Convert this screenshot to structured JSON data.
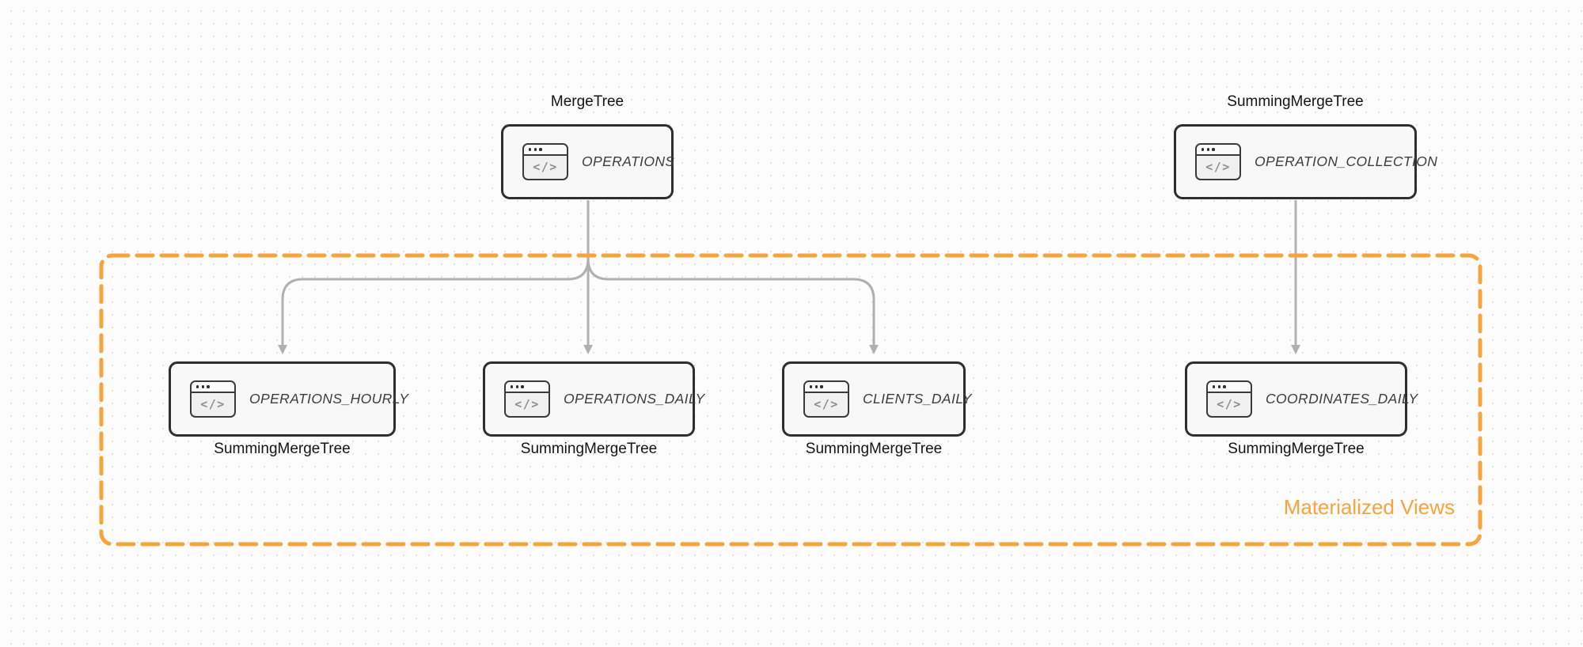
{
  "diagram": {
    "group_label": "Materialized Views",
    "accent_color": "#F6A43B",
    "arrow_color": "#B0B0B0",
    "node_border_color": "#2E2E2E",
    "node_fill_color": "#F7F8F7",
    "background_color": "#FCFCFC",
    "dot_grid_color": "#E3E3E3",
    "icon_name": "code-window-icon",
    "icon_glyph": "</>",
    "nodes": [
      {
        "name": "OPERATIONS",
        "engine": "MergeTree",
        "engine_label_position": "top"
      },
      {
        "name": "OPERATION_COLLECTION",
        "engine": "SummingMergeTree",
        "engine_label_position": "top"
      },
      {
        "name": "OPERATIONS_HOURLY",
        "engine": "SummingMergeTree",
        "engine_label_position": "bottom"
      },
      {
        "name": "OPERATIONS_DAILY",
        "engine": "SummingMergeTree",
        "engine_label_position": "bottom"
      },
      {
        "name": "CLIENTS_DAILY",
        "engine": "SummingMergeTree",
        "engine_label_position": "bottom"
      },
      {
        "name": "COORDINATES_DAILY",
        "engine": "SummingMergeTree",
        "engine_label_position": "bottom"
      }
    ],
    "edges": [
      {
        "from": "OPERATIONS",
        "to": "OPERATIONS_HOURLY"
      },
      {
        "from": "OPERATIONS",
        "to": "OPERATIONS_DAILY"
      },
      {
        "from": "OPERATIONS",
        "to": "CLIENTS_DAILY"
      },
      {
        "from": "OPERATION_COLLECTION",
        "to": "COORDINATES_DAILY"
      }
    ]
  }
}
